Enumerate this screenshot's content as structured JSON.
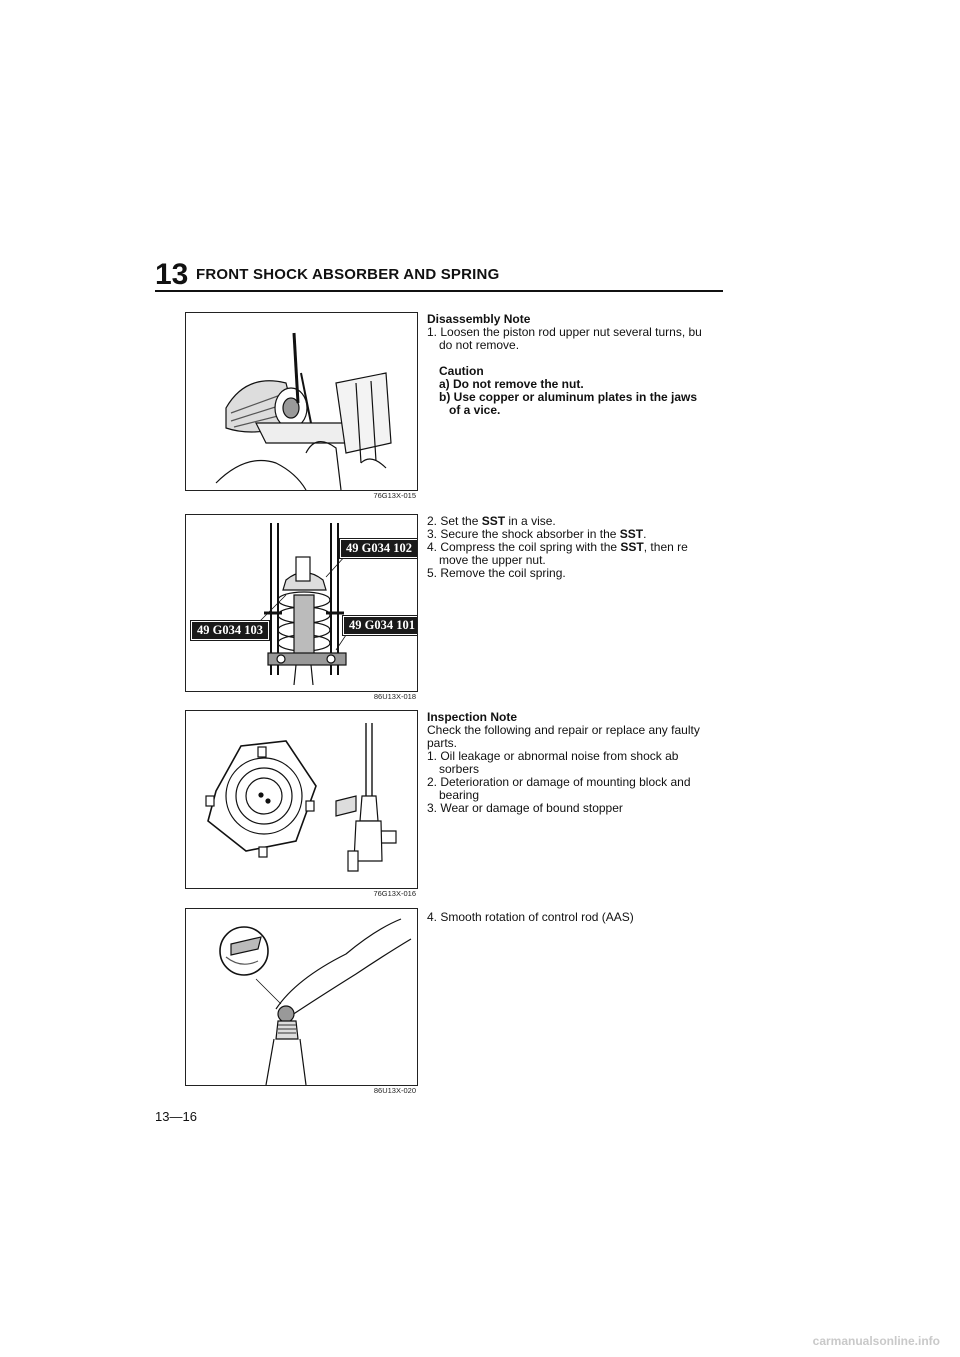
{
  "header": {
    "chapter_number": "13",
    "title": "FRONT SHOCK ABSORBER AND SPRING"
  },
  "figures": [
    {
      "code": "76G13X-015"
    },
    {
      "code": "86U13X-018",
      "callouts": [
        "49 G034 102",
        "49 G034 103",
        "49 G034 101"
      ]
    },
    {
      "code": "76G13X-016"
    },
    {
      "code": "86U13X-020"
    }
  ],
  "sections": {
    "disassembly": {
      "heading": "Disassembly Note",
      "step1_a": "1. Loosen the piston rod upper nut several turns, bu",
      "step1_b": "do not remove.",
      "caution_heading": "Caution",
      "caution_a": "a) Do not remove the nut.",
      "caution_b1": "b) Use copper or aluminum plates in the jaws",
      "caution_b2": "of a vice."
    },
    "steps": {
      "s2_pre": "2. Set the ",
      "s2_bold": "SST",
      "s2_post": " in a vise.",
      "s3_pre": "3. Secure the shock absorber in the ",
      "s3_bold": "SST",
      "s3_post": ".",
      "s4_pre": "4. Compress the coil spring with the ",
      "s4_bold": "SST",
      "s4_post": ", then re",
      "s4_b": "move the upper nut.",
      "s5": "5. Remove the coil spring."
    },
    "inspection": {
      "heading": "Inspection Note",
      "intro_a": "Check the following and repair or replace any faulty",
      "intro_b": "parts.",
      "i1_a": "1. Oil leakage or abnormal noise from shock ab",
      "i1_b": "sorbers",
      "i2_a": "2. Deterioration or damage of mounting block and",
      "i2_b": "bearing",
      "i3": "3. Wear or damage of bound stopper",
      "i4": "4. Smooth rotation of control rod (AAS)"
    }
  },
  "page_number": "13—16",
  "footer": "carmanualsonline.info"
}
